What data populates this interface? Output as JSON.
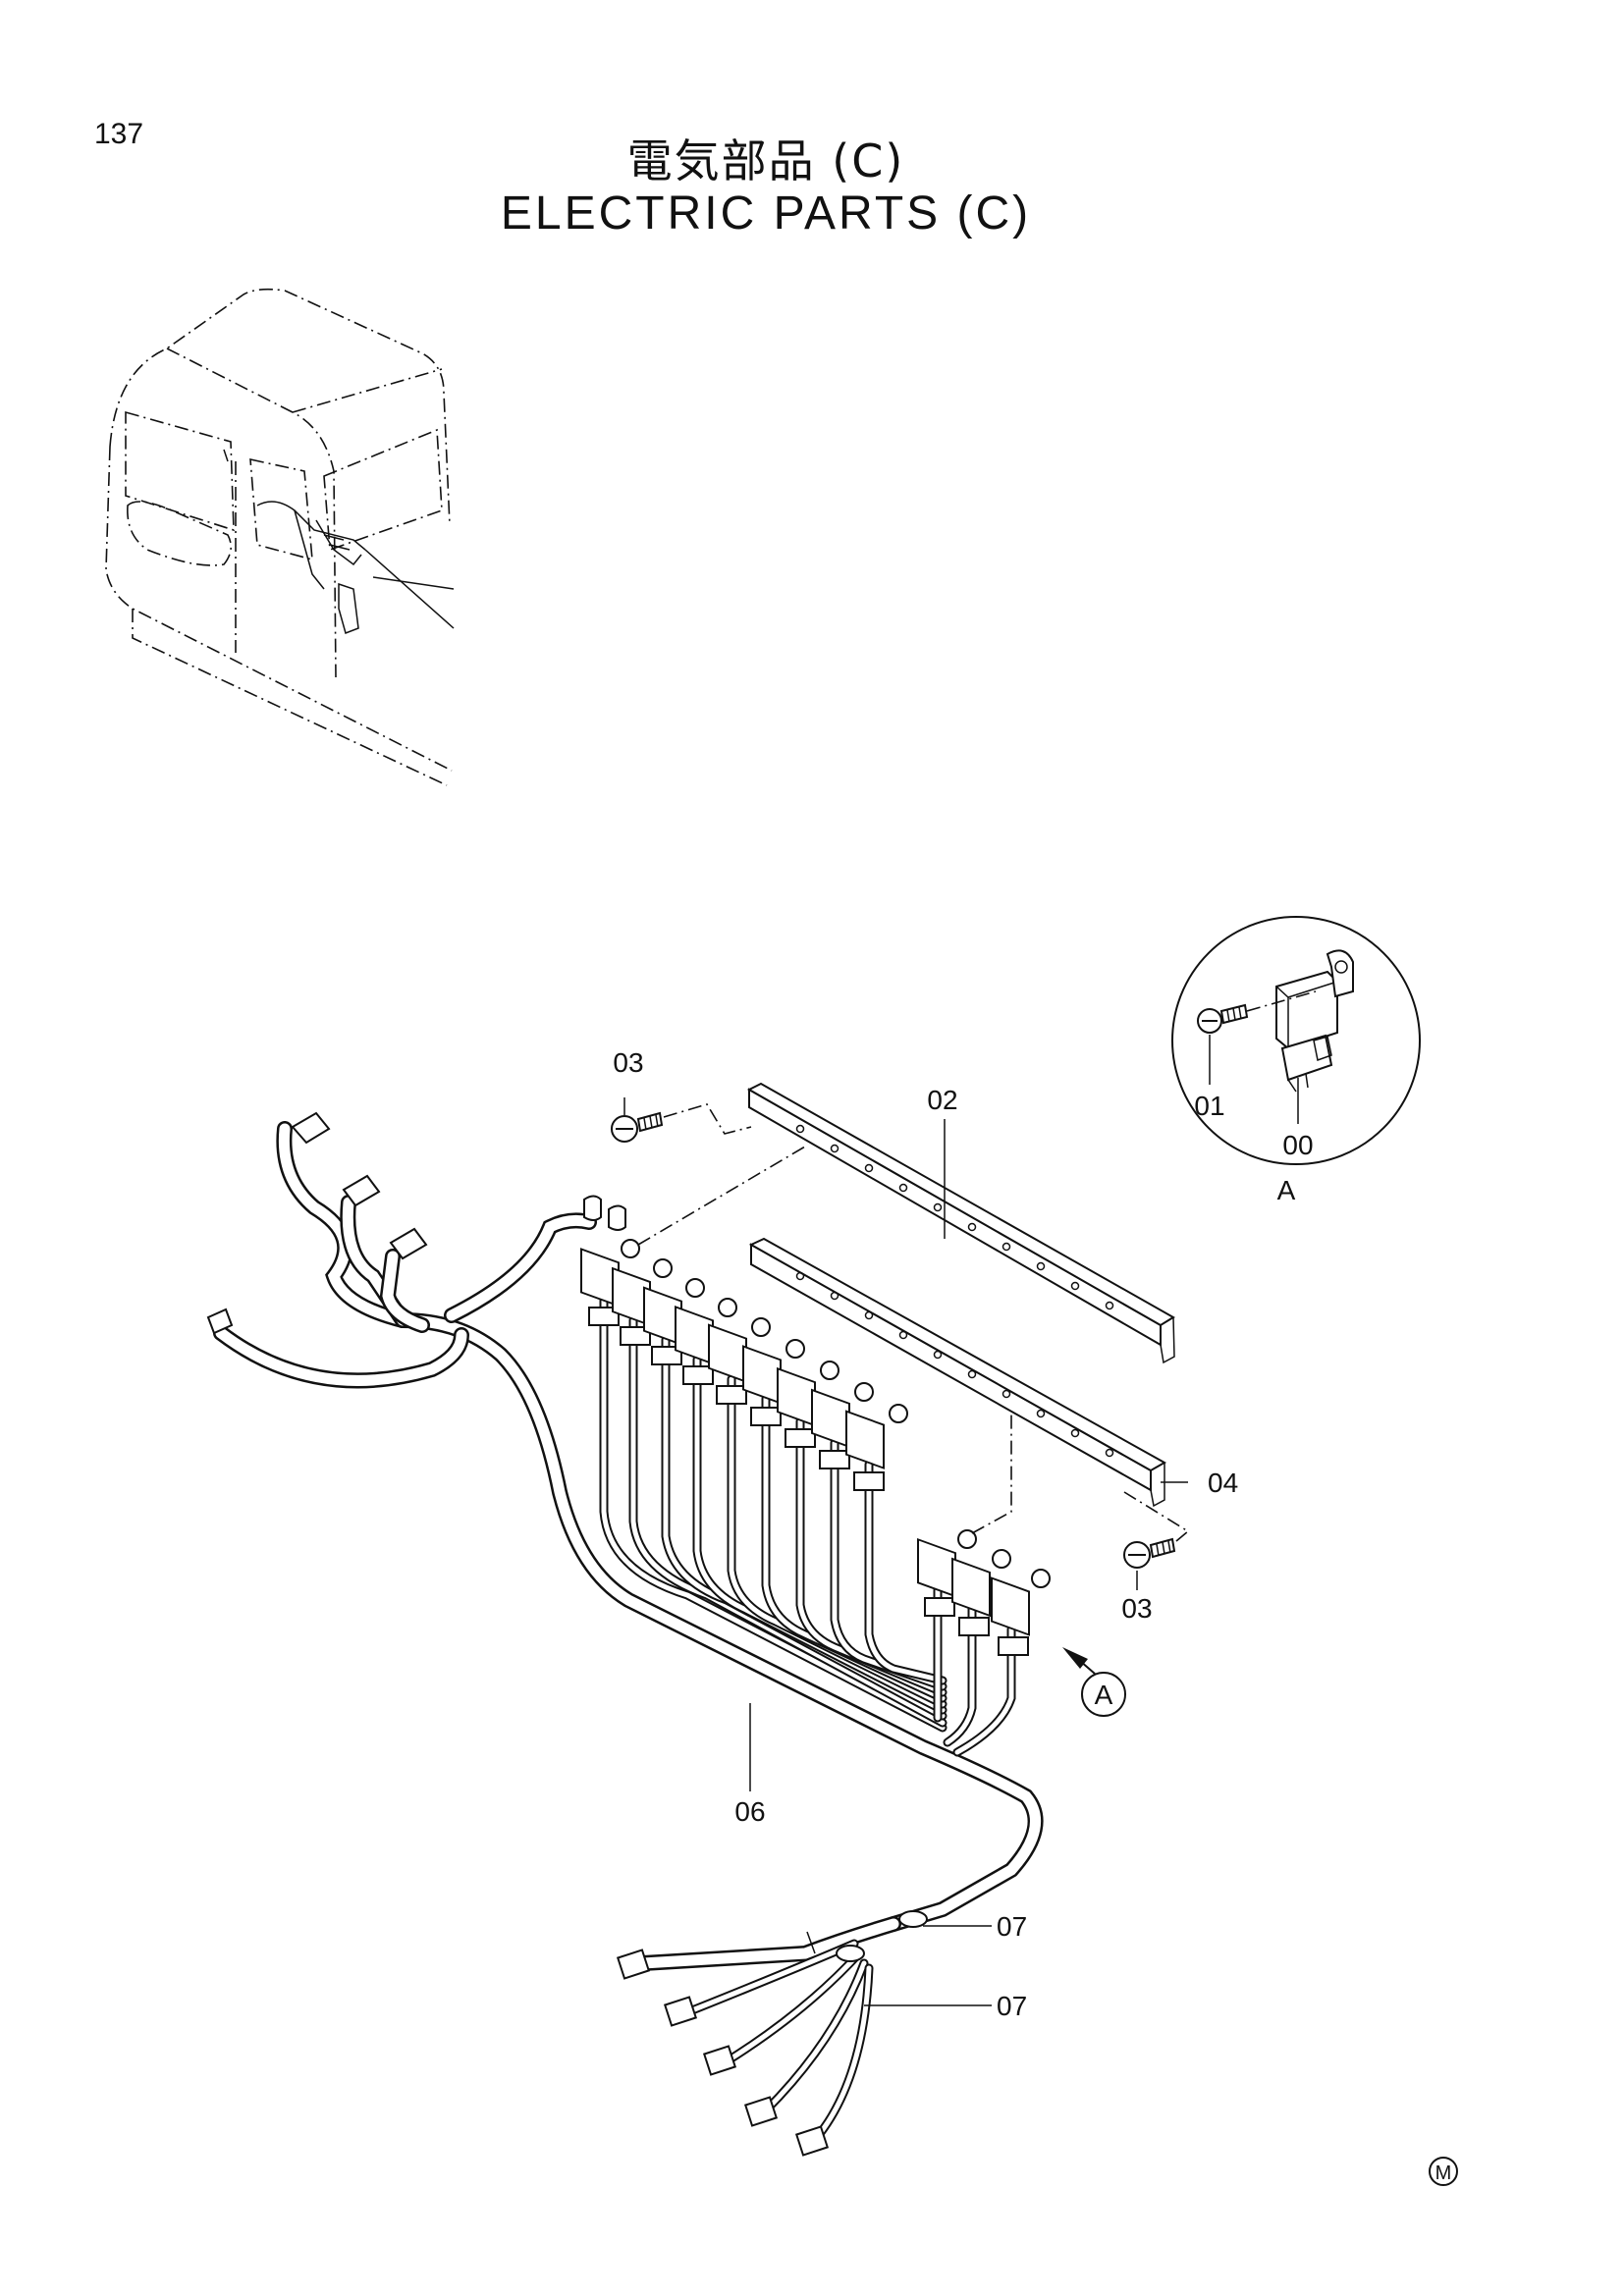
{
  "page_number": "137",
  "title_ja": "電気部品 (C)",
  "title_en": "ELECTRIC PARTS (C)",
  "detail_label": "A",
  "callout_label": "A",
  "footer_mark": "M",
  "part_labels": {
    "p00": "00",
    "p01": "01",
    "p02": "02",
    "p03a": "03",
    "p03b": "03",
    "p04": "04",
    "p06": "06",
    "p07a": "07",
    "p07b": "07"
  }
}
